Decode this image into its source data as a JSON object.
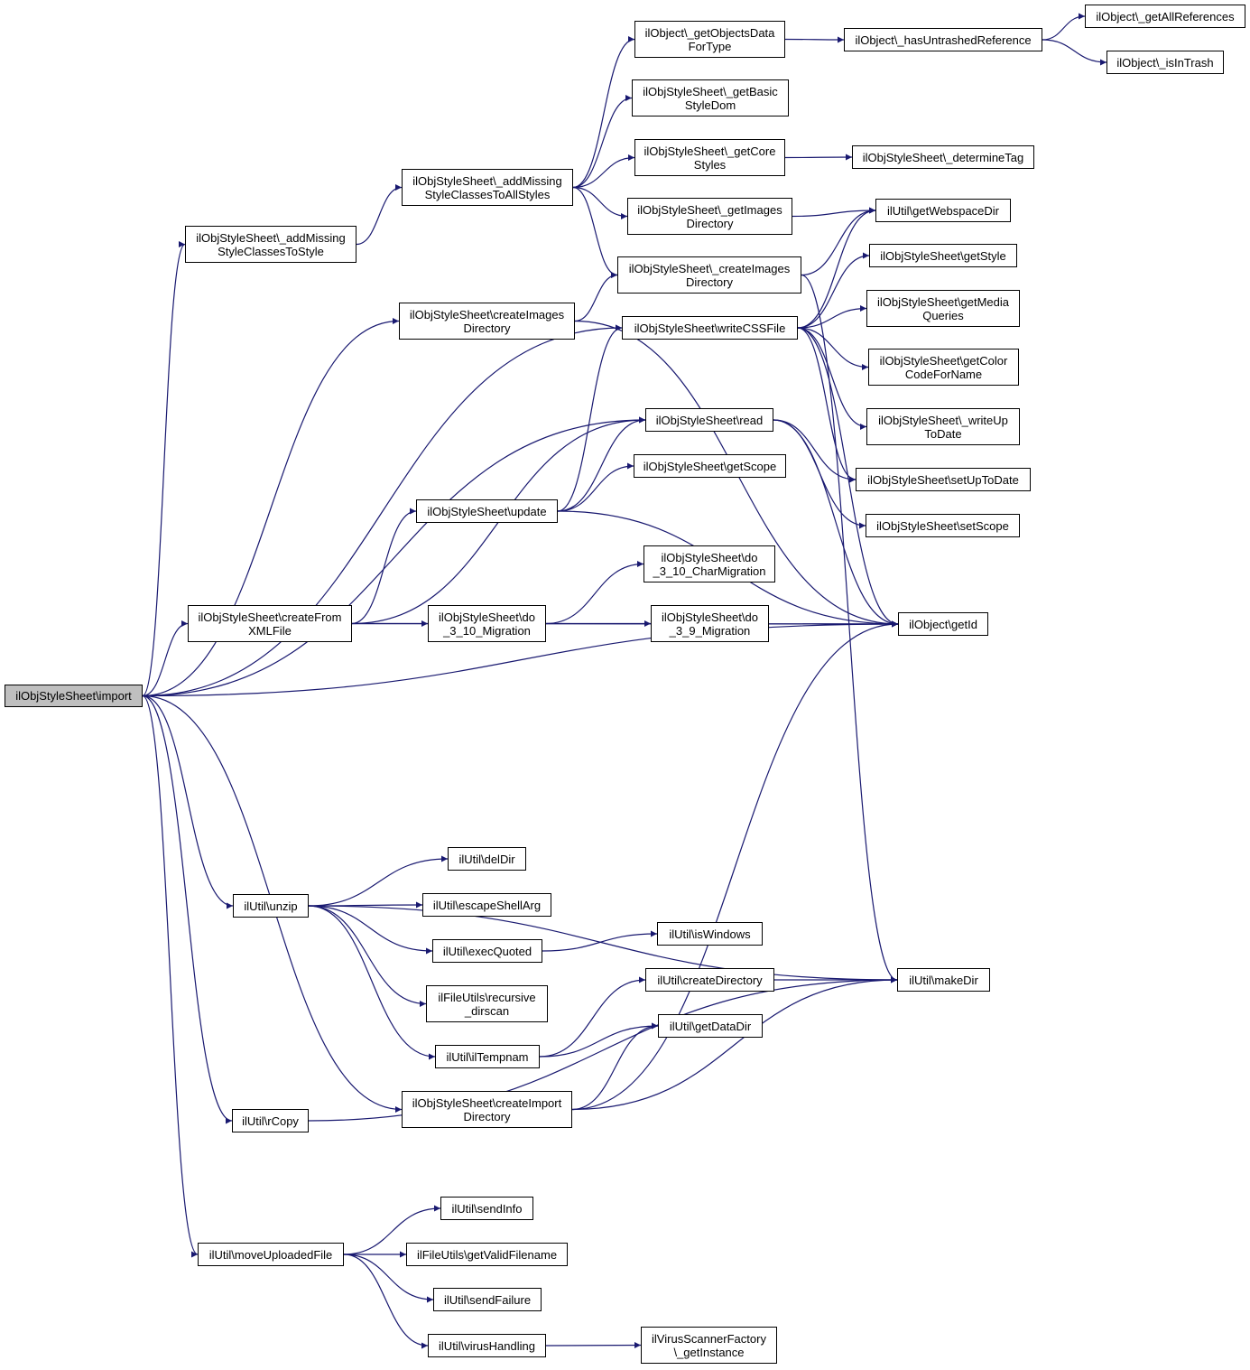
{
  "diagram": {
    "root": "import",
    "colors": {
      "edge": "#191970",
      "node_border": "#000000",
      "root_fill": "#bfbfbf"
    },
    "nodes": {
      "import": "ilObjStyleSheet\\import",
      "addMissingToStyle": "ilObjStyleSheet\\_addMissing\nStyleClassesToStyle",
      "addMissingToAll": "ilObjStyleSheet\\_addMissing\nStyleClassesToAllStyles",
      "getObjectsData": "ilObject\\_getObjectsData\nForType",
      "hasUntrashed": "ilObject\\_hasUntrashedReference",
      "getAllRefs": "ilObject\\_getAllReferences",
      "isInTrash": "ilObject\\_isInTrash",
      "getBasicStyleDom": "ilObjStyleSheet\\_getBasic\nStyleDom",
      "getCoreStyles": "ilObjStyleSheet\\_getCore\nStyles",
      "determineTag": "ilObjStyleSheet\\_determineTag",
      "getImagesDir": "ilObjStyleSheet\\_getImages\nDirectory",
      "getWebspaceDir": "ilUtil\\getWebspaceDir",
      "_createImagesDir": "ilObjStyleSheet\\_createImages\nDirectory",
      "createImagesDir": "ilObjStyleSheet\\createImages\nDirectory",
      "getStyle": "ilObjStyleSheet\\getStyle",
      "writeCSS": "ilObjStyleSheet\\writeCSSFile",
      "getMediaQueries": "ilObjStyleSheet\\getMedia\nQueries",
      "getColorCode": "ilObjStyleSheet\\getColor\nCodeForName",
      "writeUpToDate": "ilObjStyleSheet\\_writeUp\nToDate",
      "read": "ilObjStyleSheet\\read",
      "setUpToDate": "ilObjStyleSheet\\setUpToDate",
      "getScope": "ilObjStyleSheet\\getScope",
      "update": "ilObjStyleSheet\\update",
      "setScope": "ilObjStyleSheet\\setScope",
      "do310Char": "ilObjStyleSheet\\do\n_3_10_CharMigration",
      "createFromXML": "ilObjStyleSheet\\createFrom\nXMLFile",
      "do310": "ilObjStyleSheet\\do\n_3_10_Migration",
      "do39": "ilObjStyleSheet\\do\n_3_9_Migration",
      "getId": "ilObject\\getId",
      "unzip": "ilUtil\\unzip",
      "delDir": "ilUtil\\delDir",
      "escapeShell": "ilUtil\\escapeShellArg",
      "execQuoted": "ilUtil\\execQuoted",
      "isWindows": "ilUtil\\isWindows",
      "createDirectory": "ilUtil\\createDirectory",
      "makeDir": "ilUtil\\makeDir",
      "recursiveDirscan": "ilFileUtils\\recursive\n_dirscan",
      "getDataDir": "ilUtil\\getDataDir",
      "ilTempnam": "ilUtil\\ilTempnam",
      "createImportDir": "ilObjStyleSheet\\createImport\nDirectory",
      "rCopy": "ilUtil\\rCopy",
      "sendInfo": "ilUtil\\sendInfo",
      "moveUploaded": "ilUtil\\moveUploadedFile",
      "getValidFilename": "ilFileUtils\\getValidFilename",
      "sendFailure": "ilUtil\\sendFailure",
      "virusHandling": "ilUtil\\virusHandling",
      "virusScanner": "ilVirusScannerFactory\n\\_getInstance"
    },
    "edges": [
      [
        "import",
        "addMissingToStyle"
      ],
      [
        "import",
        "createImagesDir"
      ],
      [
        "import",
        "writeCSS"
      ],
      [
        "import",
        "read"
      ],
      [
        "import",
        "createFromXML"
      ],
      [
        "import",
        "getId"
      ],
      [
        "import",
        "unzip"
      ],
      [
        "import",
        "createImportDir"
      ],
      [
        "import",
        "rCopy"
      ],
      [
        "import",
        "moveUploaded"
      ],
      [
        "addMissingToStyle",
        "addMissingToAll"
      ],
      [
        "addMissingToAll",
        "getObjectsData"
      ],
      [
        "addMissingToAll",
        "getBasicStyleDom"
      ],
      [
        "addMissingToAll",
        "getCoreStyles"
      ],
      [
        "addMissingToAll",
        "getImagesDir"
      ],
      [
        "addMissingToAll",
        "_createImagesDir"
      ],
      [
        "getObjectsData",
        "hasUntrashed"
      ],
      [
        "hasUntrashed",
        "getAllRefs"
      ],
      [
        "hasUntrashed",
        "isInTrash"
      ],
      [
        "getCoreStyles",
        "determineTag"
      ],
      [
        "getImagesDir",
        "getWebspaceDir"
      ],
      [
        "_createImagesDir",
        "getWebspaceDir"
      ],
      [
        "_createImagesDir",
        "makeDir"
      ],
      [
        "createImagesDir",
        "_createImagesDir"
      ],
      [
        "createImagesDir",
        "getId"
      ],
      [
        "writeCSS",
        "getWebspaceDir"
      ],
      [
        "writeCSS",
        "getStyle"
      ],
      [
        "writeCSS",
        "getMediaQueries"
      ],
      [
        "writeCSS",
        "getColorCode"
      ],
      [
        "writeCSS",
        "writeUpToDate"
      ],
      [
        "writeCSS",
        "setUpToDate"
      ],
      [
        "writeCSS",
        "getId"
      ],
      [
        "read",
        "setUpToDate"
      ],
      [
        "read",
        "setScope"
      ],
      [
        "read",
        "getId"
      ],
      [
        "update",
        "writeCSS"
      ],
      [
        "update",
        "read"
      ],
      [
        "update",
        "getScope"
      ],
      [
        "update",
        "getId"
      ],
      [
        "createFromXML",
        "read"
      ],
      [
        "createFromXML",
        "update"
      ],
      [
        "createFromXML",
        "do310"
      ],
      [
        "createFromXML",
        "getId"
      ],
      [
        "do310",
        "do310Char"
      ],
      [
        "do310",
        "do39"
      ],
      [
        "do310",
        "getId"
      ],
      [
        "unzip",
        "delDir"
      ],
      [
        "unzip",
        "escapeShell"
      ],
      [
        "unzip",
        "execQuoted"
      ],
      [
        "unzip",
        "recursiveDirscan"
      ],
      [
        "unzip",
        "ilTempnam"
      ],
      [
        "unzip",
        "makeDir"
      ],
      [
        "execQuoted",
        "isWindows"
      ],
      [
        "ilTempnam",
        "createDirectory"
      ],
      [
        "ilTempnam",
        "getDataDir"
      ],
      [
        "createDirectory",
        "makeDir"
      ],
      [
        "createImportDir",
        "getDataDir"
      ],
      [
        "createImportDir",
        "makeDir"
      ],
      [
        "createImportDir",
        "getId"
      ],
      [
        "rCopy",
        "makeDir"
      ],
      [
        "moveUploaded",
        "sendInfo"
      ],
      [
        "moveUploaded",
        "getValidFilename"
      ],
      [
        "moveUploaded",
        "sendFailure"
      ],
      [
        "moveUploaded",
        "virusHandling"
      ],
      [
        "virusHandling",
        "virusScanner"
      ]
    ]
  }
}
